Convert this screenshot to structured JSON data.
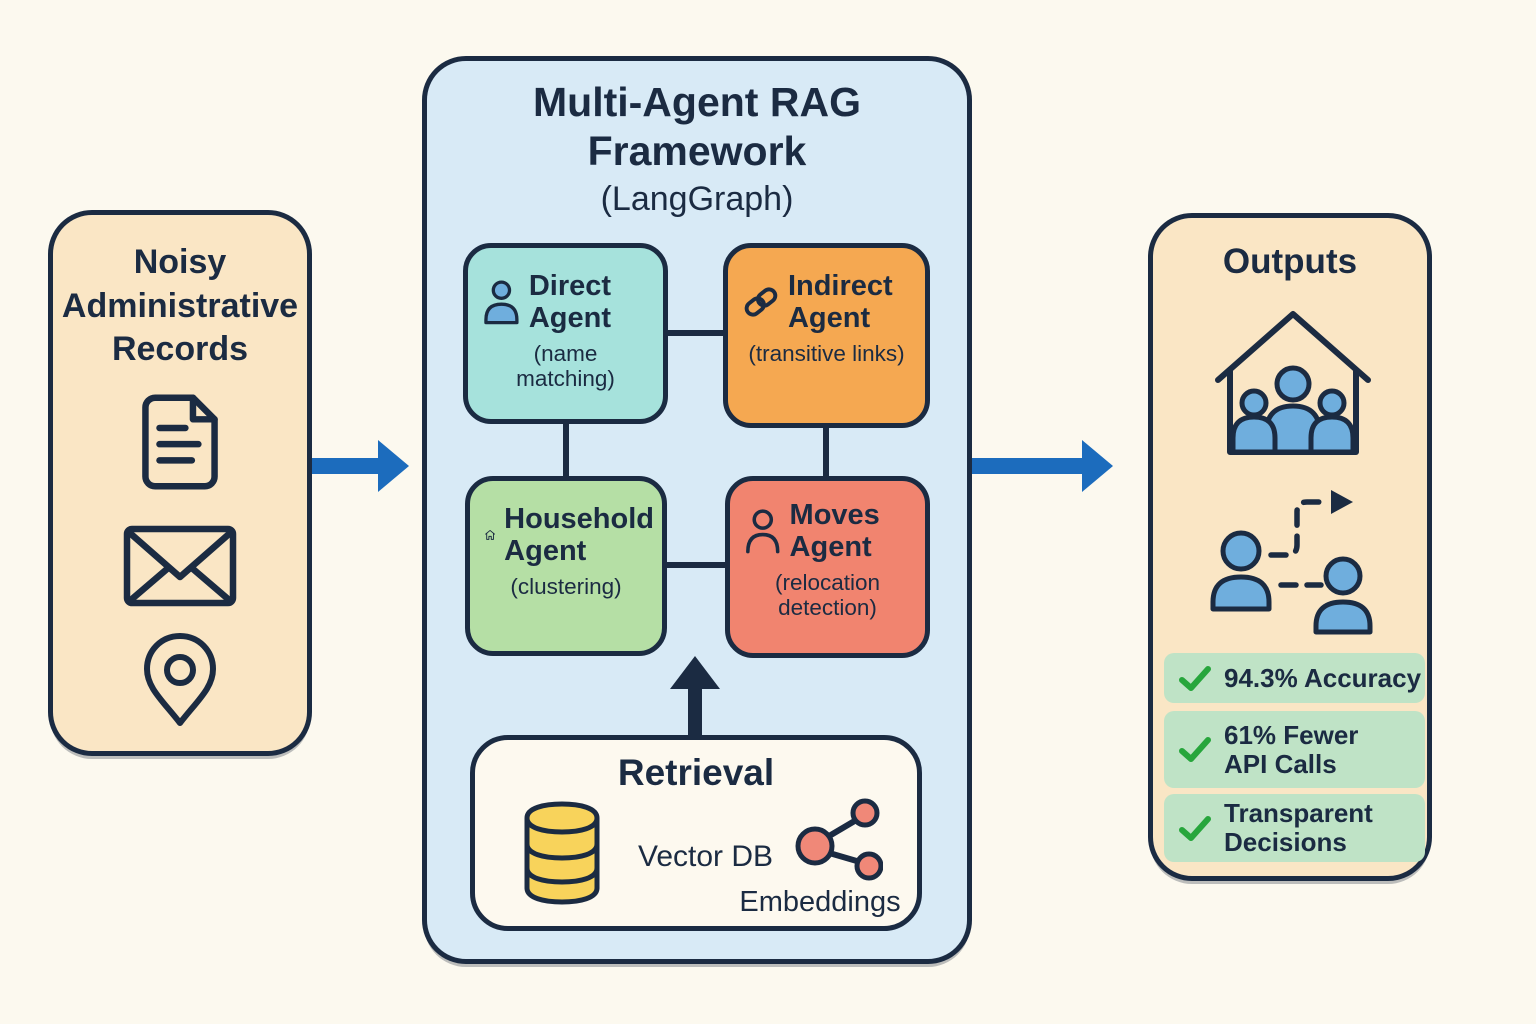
{
  "meta": {
    "type": "architecture-diagram"
  },
  "colors": {
    "background": "#FCF9EF",
    "ink": "#1B2B42",
    "panel_tan": "#FAE6C5",
    "panel_blue": "#D8EAF6",
    "arrow_blue": "#1C6CBD",
    "agent_teal": "#A6E2DC",
    "agent_orange": "#F5A851",
    "agent_green": "#B5DFA5",
    "agent_salmon": "#F1846F",
    "retrieval_bg": "#FDF9EF",
    "db_yellow": "#F8D35B",
    "embed_salmon": "#F08878",
    "person_blue": "#6FAEDD",
    "check_green": "#27A63C",
    "pill_green": "#BFE3C6"
  },
  "input_panel": {
    "title": "Noisy Administrative Records",
    "icons": [
      "document-icon",
      "envelope-icon",
      "location-pin-icon"
    ]
  },
  "framework_panel": {
    "title": "Multi-Agent RAG Framework",
    "subtitle": "(LangGraph)",
    "agents": [
      {
        "name": "Direct Agent",
        "detail": "(name matching)",
        "icon": "person-icon",
        "color": "#A6E2DC"
      },
      {
        "name": "Indirect Agent",
        "detail": "(transitive links)",
        "icon": "chain-link-icon",
        "color": "#F5A851"
      },
      {
        "name": "Household Agent",
        "detail": "(clustering)",
        "icon": "house-icon",
        "color": "#B5DFA5"
      },
      {
        "name": "Moves Agent",
        "detail": "(relocation detection)",
        "icon": "person-outline-icon",
        "color": "#F1846F"
      }
    ],
    "retrieval": {
      "title": "Retrieval",
      "vector_db_label": "Vector DB",
      "embeddings_label": "Embeddings",
      "icons": [
        "database-icon",
        "embeddings-icon"
      ]
    }
  },
  "outputs_panel": {
    "title": "Outputs",
    "icons": [
      "household-people-icon",
      "relocation-icon"
    ],
    "results": [
      {
        "line1": "94.3% Accuracy",
        "line2": ""
      },
      {
        "line1": "61% Fewer",
        "line2": "API Calls"
      },
      {
        "line1": "Transparent",
        "line2": "Decisions"
      }
    ]
  }
}
